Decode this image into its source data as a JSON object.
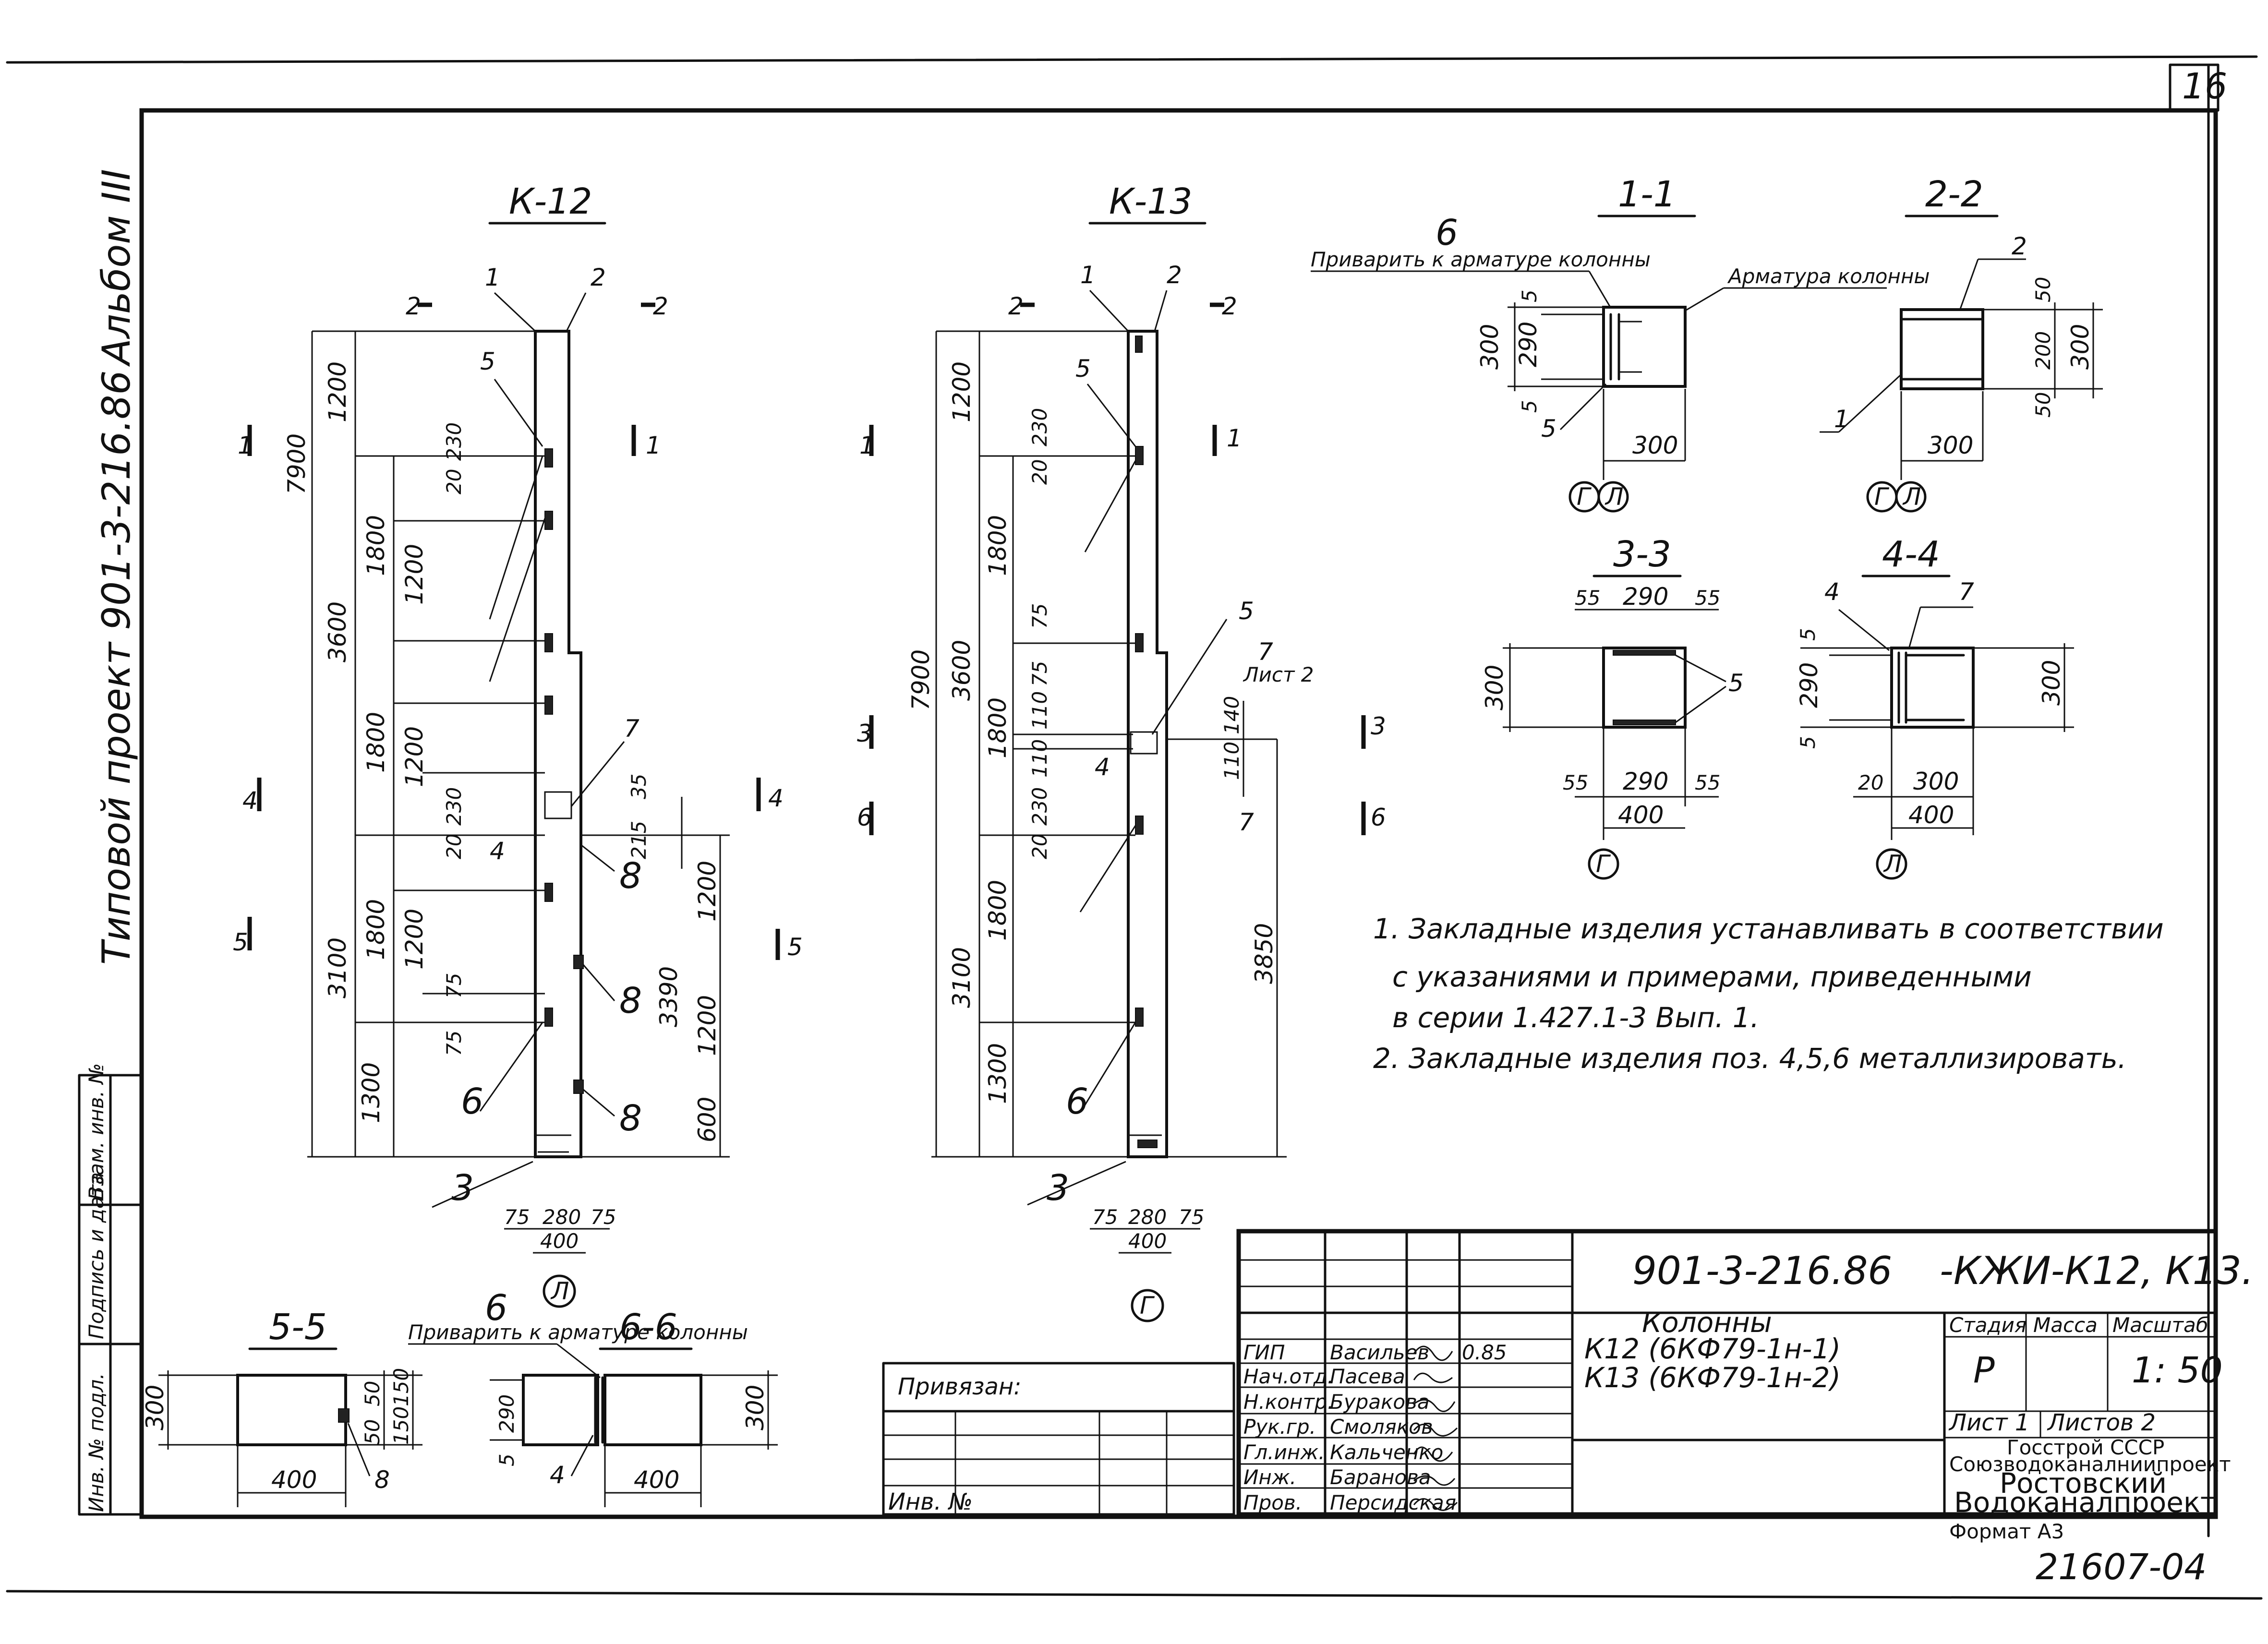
{
  "sheet": {
    "page_number": "16",
    "album": "Альбом III",
    "project_vertical": "Типовой проект 901-3-216.86",
    "footer_code": "21607-04",
    "format_label": "Формат А3"
  },
  "views": {
    "k12": {
      "title": "К-12",
      "cut_left": "2",
      "cut_right": "2",
      "leader_1": "1",
      "leader_2": "2"
    },
    "k13": {
      "title": "К-13",
      "leader_1": "1",
      "leader_2": "2"
    },
    "s11": {
      "title": "1-1",
      "weld_note_num": "6",
      "weld_note": "Приварить к арматуре колонны",
      "rebar_note": "Арматура колонны",
      "dim_300": "300",
      "dim_290": "290",
      "dim_5a": "5",
      "dim_5b": "5",
      "axis_g": "Г",
      "axis_l": "Л",
      "leader_5": "5"
    },
    "s22": {
      "title": "2-2",
      "leader_2": "2",
      "leader_1": "1",
      "dim_300": "300",
      "dim_50a": "50",
      "dim_200": "200",
      "dim_50b": "50",
      "dim_300v": "300",
      "axis_g": "Г",
      "axis_l": "Л"
    },
    "s33": {
      "title": "3-3",
      "dim_55a": "55",
      "dim_290": "290",
      "dim_55b": "55",
      "dim_300": "300",
      "leader_5": "5",
      "dim_55c": "55",
      "dim_290b": "290",
      "dim_55d": "55",
      "dim_400": "400",
      "axis_g": "Г"
    },
    "s44": {
      "title": "4-4",
      "leader_4": "4",
      "leader_7": "7",
      "dim_5a": "5",
      "dim_290": "290",
      "dim_5b": "5",
      "dim_300": "300",
      "dim_20": "20",
      "dim_300b": "300",
      "dim_400": "400",
      "axis_l": "Л"
    },
    "s55": {
      "title": "5-5",
      "dim_300": "300",
      "dim_50": "50",
      "dim_150a": "150",
      "dim_50b": "50",
      "dim_150b": "150",
      "dim_400": "400",
      "leader_8": "8"
    },
    "s66": {
      "title": "6-6",
      "weld_note_num": "6",
      "weld_note": "Приварить к арматуре колонны",
      "dim_290": "290",
      "dim_5": "5",
      "dim_300": "300",
      "dim_400": "400",
      "leader_4": "4"
    }
  },
  "dims_k12": {
    "total": "7900",
    "top": "1200",
    "upper": "3600",
    "mid": "3100",
    "lower": "1300",
    "d1800a": "1800",
    "d1200a": "1200",
    "d1800b": "1800",
    "d1200b": "1200",
    "d1800c": "1800",
    "d1200c": "1200",
    "d230": "230",
    "d20": "20",
    "d230b": "230",
    "d20b": "20",
    "d75a": "75",
    "d75b": "75",
    "r35": "35",
    "r215": "215",
    "r1200a": "1200",
    "r3390": "3390",
    "r1200b": "1200",
    "r600": "600",
    "b75a": "75",
    "b280": "280",
    "b75b": "75",
    "b400": "400",
    "axis": "Л",
    "l3": "3",
    "l4": "4",
    "l5": "5",
    "l6": "6",
    "l7": "7",
    "l8a": "8",
    "l8b": "8",
    "l8c": "8",
    "cut1": "1",
    "cut4": "4",
    "cut5": "5"
  },
  "dims_k13": {
    "total": "7900",
    "top": "1200",
    "upper": "3600",
    "mid": "3100",
    "lower": "1300",
    "d1800a": "1800",
    "d1800b": "1800",
    "d1800c": "1800",
    "d230": "230",
    "d20": "20",
    "d75": "75",
    "d75b": "75",
    "d110a": "110",
    "d110b": "110",
    "d230b": "230",
    "d20b": "20",
    "r140": "140",
    "r110": "110",
    "r3850": "3850",
    "b75a": "75",
    "b280": "280",
    "b75b": "75",
    "b400": "400",
    "axis": "Г",
    "l3": "3",
    "l4": "4",
    "l5": "5",
    "l6": "6",
    "l7": "7",
    "l7b": "7",
    "list_ref": "Лист 2",
    "cut1": "1",
    "cut3": "3",
    "cut6": "6"
  },
  "notes": [
    "1. Закладные изделия устанавливать в соответствии",
    "с указаниями и примерами, приведенными",
    "в серии 1.427.1-3 Вып. 1.",
    "2. Закладные изделия поз. 4,5,6 металлизировать."
  ],
  "left_strip": {
    "inv_podl": "Инв. № подл.",
    "podpis": "Подпись и дата",
    "vzam": "Взам. инв. №"
  },
  "stamp": {
    "code": "901-3-216.86",
    "mark": "-КЖИ-К12, К13.",
    "title_line1": "Колонны",
    "title_line2": "К12 (6КФ79-1н-1)",
    "title_line3": "К13 (6КФ79-1н-2)",
    "stage_label": "Стадия",
    "mass_label": "Масса",
    "scale_label": "Масштаб",
    "stage": "Р",
    "scale": "1: 50",
    "sheet_label": "Лист 1",
    "sheets_label": "Листов 2",
    "org1": "Госстрой СССР",
    "org2": "Союзводоканалниипроект",
    "org3": "Ростовский",
    "org4": "Водоканалпроект",
    "privyazan": "Привязан:",
    "inv_no": "Инв. №",
    "people": [
      {
        "role": "ГИП",
        "name": "Васильев",
        "date": "0.85"
      },
      {
        "role": "Нач.отд.",
        "name": "Пасева",
        "date": ""
      },
      {
        "role": "Н.контр.",
        "name": "Буракова",
        "date": ""
      },
      {
        "role": "Рук.гр.",
        "name": "Смоляков",
        "date": ""
      },
      {
        "role": "Гл.инж.",
        "name": "Кальченко",
        "date": ""
      },
      {
        "role": "Инж.",
        "name": "Баранова",
        "date": ""
      },
      {
        "role": "Пров.",
        "name": "Персидская",
        "date": ""
      }
    ]
  }
}
